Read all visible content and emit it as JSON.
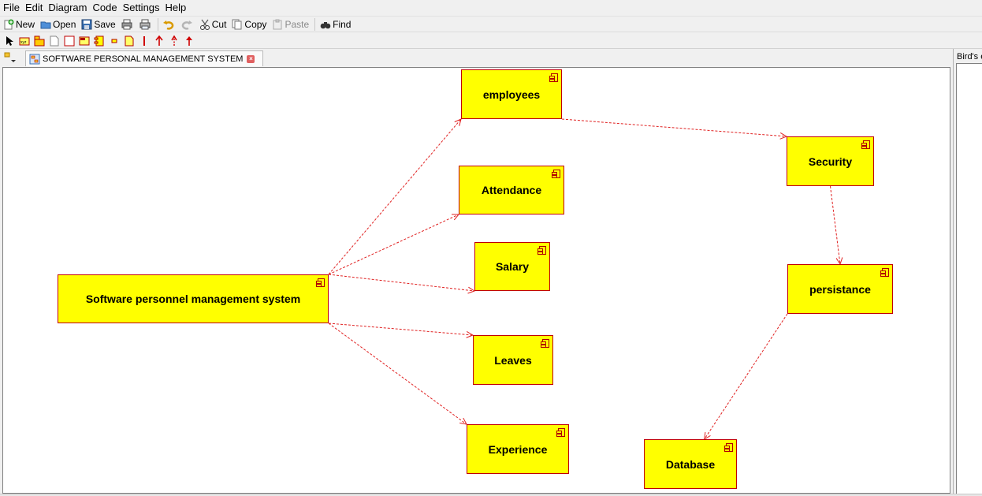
{
  "menu": [
    "File",
    "Edit",
    "Diagram",
    "Code",
    "Settings",
    "Help"
  ],
  "toolbar": {
    "new": "New",
    "open": "Open",
    "save": "Save",
    "cut": "Cut",
    "copy": "Copy",
    "paste": "Paste",
    "find": "Find"
  },
  "tab": {
    "title": "SOFTWARE PERSONAL MANAGEMENT SYSTEM"
  },
  "side_panel": {
    "title": "Bird's e"
  },
  "diagram": {
    "components": {
      "main": "Software personnel management system",
      "employees": "employees",
      "attendance": "Attendance",
      "salary": "Salary",
      "leaves": "Leaves",
      "experience": "Experience",
      "security": "Security",
      "persistance": "persistance",
      "database": "Database"
    },
    "dependencies": [
      [
        "main",
        "employees"
      ],
      [
        "main",
        "attendance"
      ],
      [
        "main",
        "salary"
      ],
      [
        "main",
        "leaves"
      ],
      [
        "main",
        "experience"
      ],
      [
        "employees",
        "security"
      ],
      [
        "security",
        "persistance"
      ],
      [
        "persistance",
        "database"
      ]
    ]
  },
  "colors": {
    "component_fill": "#ffff00",
    "component_border": "#c00000",
    "dependency_line": "#e02020"
  }
}
